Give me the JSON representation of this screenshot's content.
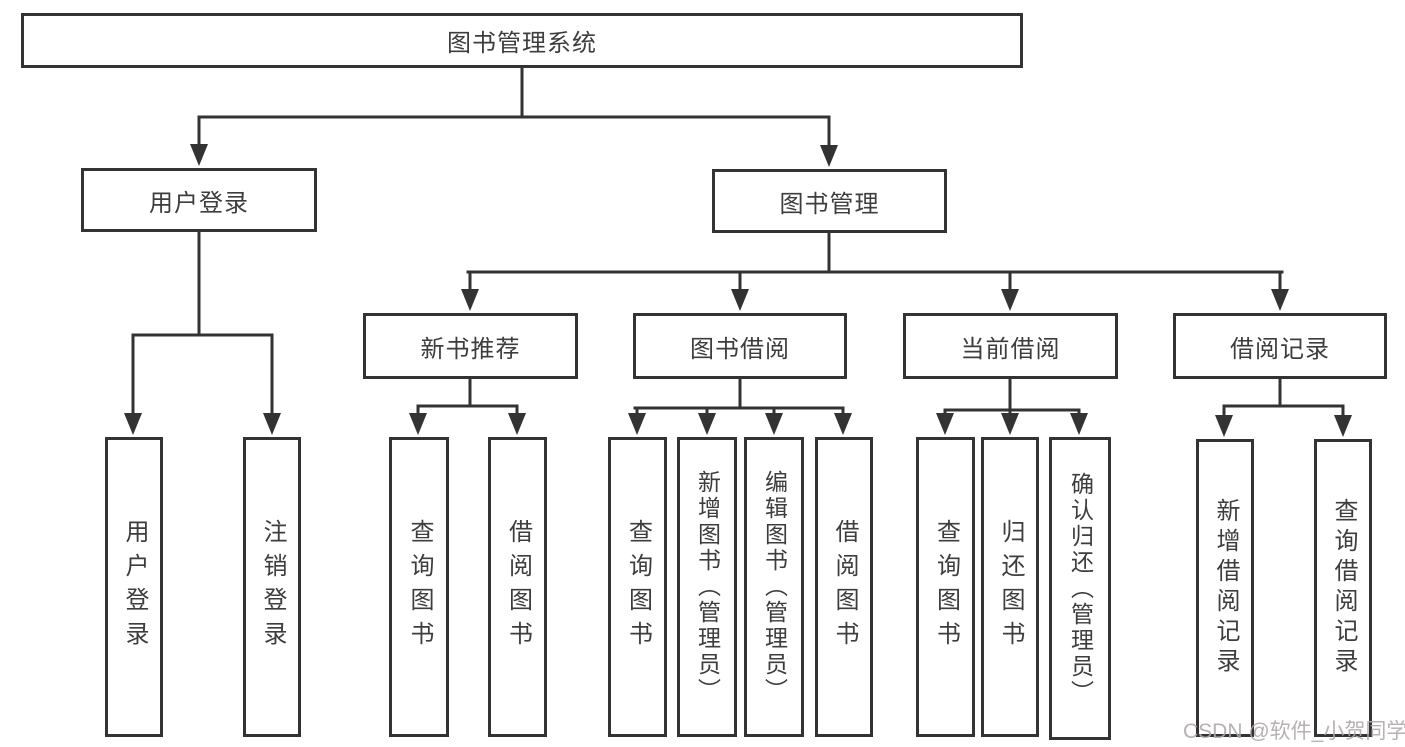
{
  "diagram": {
    "type": "functional-structure-tree",
    "tree": {
      "label": "图书管理系统",
      "children": [
        {
          "label": "用户登录",
          "children": [
            {
              "label": "用户登录"
            },
            {
              "label": "注销登录"
            }
          ]
        },
        {
          "label": "图书管理",
          "children": [
            {
              "label": "新书推荐",
              "children": [
                {
                  "label": "查询图书"
                },
                {
                  "label": "借阅图书"
                }
              ]
            },
            {
              "label": "图书借阅",
              "children": [
                {
                  "label": "查询图书"
                },
                {
                  "label": "新增图书（管理员）"
                },
                {
                  "label": "编辑图书（管理员）"
                },
                {
                  "label": "借阅图书"
                }
              ]
            },
            {
              "label": "当前借阅",
              "children": [
                {
                  "label": "查询图书"
                },
                {
                  "label": "归还图书"
                },
                {
                  "label": "确认归还（管理员）"
                }
              ]
            },
            {
              "label": "借阅记录",
              "children": [
                {
                  "label": "新增借阅记录"
                },
                {
                  "label": "查询借阅记录"
                }
              ]
            }
          ]
        }
      ]
    },
    "colors": {
      "line": "#333333",
      "box_border": "#333333",
      "text": "#3d3d3d",
      "background": "#ffffff",
      "watermark": "#afa9a9"
    }
  },
  "watermark": "CSDN @软件_小贺同学"
}
